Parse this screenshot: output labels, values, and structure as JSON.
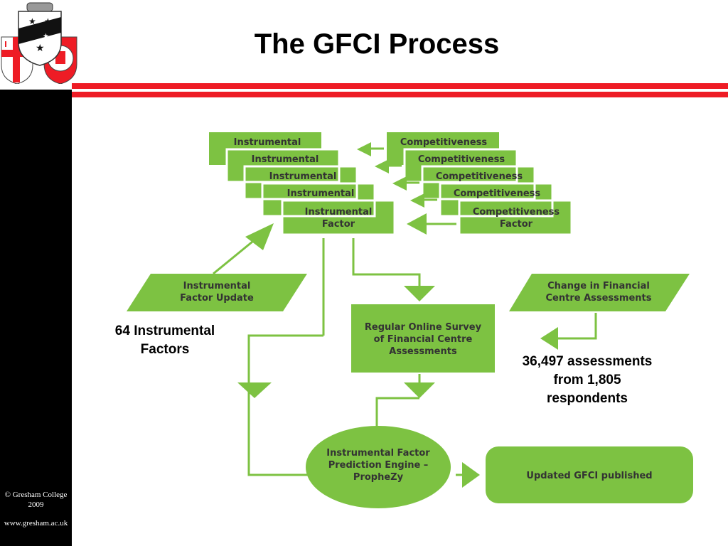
{
  "title": "The GFCI Process",
  "colors": {
    "green": "#7dc242",
    "red": "#ee1c25",
    "black": "#000000"
  },
  "footer": {
    "copyright": "© Gresham College",
    "year": "2009",
    "url": "www.gresham.ac.uk"
  },
  "annotations": {
    "factors_line1": "64 Instrumental",
    "factors_line2": "Factors",
    "assess_line1": "36,497 assessments",
    "assess_line2": "from 1,805",
    "assess_line3": "respondents"
  },
  "diagram": {
    "instrumental_label": "Instrumental",
    "competitiveness_label": "Competitiveness",
    "instrumental_factor": [
      "Instrumental",
      "Factor"
    ],
    "competitiveness_factor": [
      "Competitiveness",
      "Factor"
    ],
    "instrumental_update": [
      "Instrumental",
      "Factor Update"
    ],
    "change_assessments": [
      "Change in Financial",
      "Centre Assessments"
    ],
    "survey": [
      "Regular Online Survey",
      "of Financial Centre",
      "Assessments"
    ],
    "engine": [
      "Instrumental Factor",
      "Prediction Engine –",
      "PropheZy"
    ],
    "published": "Updated GFCI published"
  }
}
